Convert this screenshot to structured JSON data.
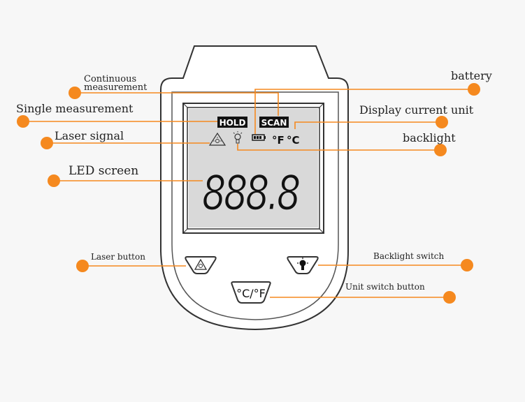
{
  "colors": {
    "background": "#f7f7f7",
    "accent": "#f5891f",
    "outline": "#333333",
    "lcd_bg": "#d9d9d9"
  },
  "lcd": {
    "hold": "HOLD",
    "scan": "SCAN",
    "unit_f": "°F",
    "unit_c": "°C",
    "digits": "888.8",
    "icons": [
      "battery-icon",
      "laser-warning-icon",
      "bulb-icon"
    ]
  },
  "buttons": {
    "laser": {
      "icon": "laser-triangle-icon"
    },
    "unit": {
      "label": "°C/°F"
    },
    "backlight": {
      "icon": "bulb-icon"
    }
  },
  "labels": {
    "continuous_1": "Continuous",
    "continuous_2": "measurement",
    "single": "Single measurement",
    "laser_signal": "Laser signal",
    "led_screen": "LED screen",
    "battery": "battery",
    "display_unit": "Display current unit",
    "backlight": "backlight",
    "laser_button": "Laser button",
    "backlight_switch": "Backlight switch",
    "unit_switch": "Unit switch button"
  }
}
